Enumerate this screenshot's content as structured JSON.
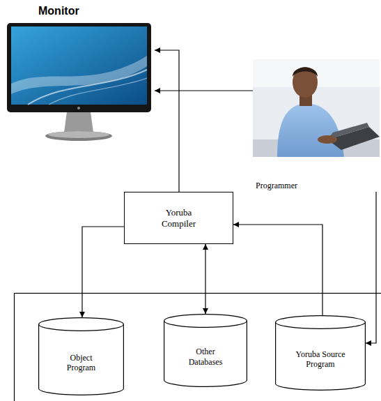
{
  "diagram": {
    "nodes": [
      {
        "text": [
          "Monitor"
        ]
      },
      {
        "text": [
          "Programmer"
        ]
      },
      {
        "text": [
          "Yoruba Compiler"
        ]
      },
      {
        "text": [
          "Object Program"
        ]
      },
      {
        "text": [
          "Other Databases"
        ]
      },
      {
        "text": [
          "Yoruba Source Program"
        ]
      }
    ],
    "edges": [
      {
        "from": 2,
        "to": 0,
        "arrow": "to"
      },
      {
        "from": 1,
        "to": 0,
        "arrow": "to"
      },
      {
        "from": 1,
        "to": 5,
        "arrow": "to"
      },
      {
        "from": 5,
        "to": 2,
        "arrow": "to"
      },
      {
        "from": 2,
        "to": 4,
        "arrow": "both"
      },
      {
        "from": 2,
        "to": 3,
        "arrow": "to"
      }
    ]
  }
}
